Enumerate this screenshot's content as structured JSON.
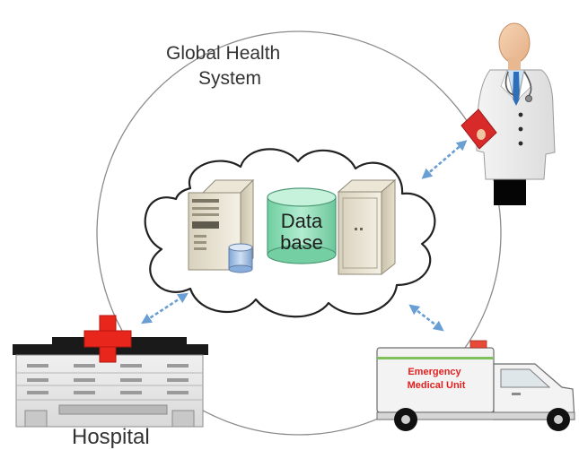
{
  "diagram": {
    "title_line1": "Global Health",
    "title_line2": "System",
    "database_line1": "Data",
    "database_line2": "base",
    "hospital_label": "Hospital",
    "ambulance_line1": "Emergency",
    "ambulance_line2": "Medical Unit"
  },
  "icons": {
    "doctor": "doctor-icon",
    "server_left": "server-icon",
    "server_right": "server-icon",
    "database": "database-icon",
    "hospital": "hospital-icon",
    "ambulance": "ambulance-icon",
    "cloud": "cloud-icon"
  },
  "colors": {
    "cross": "#e8261c",
    "database": "#86d9b3",
    "arrow": "#6a9fd4",
    "ambulance_text": "#e32020",
    "clipboard": "#d92a2a"
  }
}
